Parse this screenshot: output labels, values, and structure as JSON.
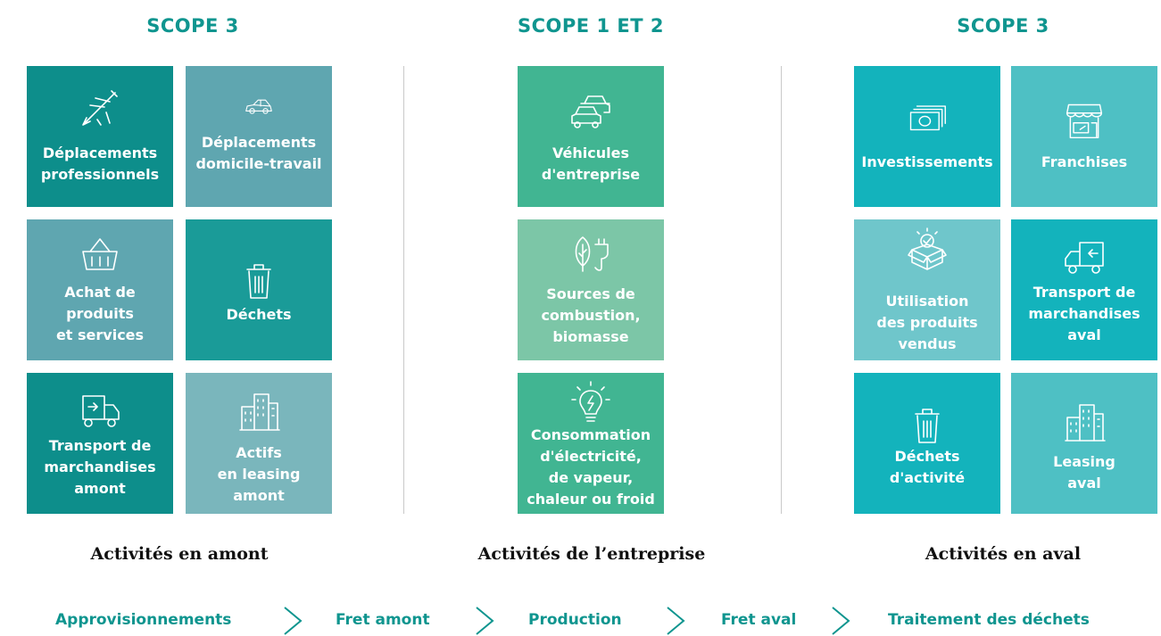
{
  "scopes": {
    "left": "SCOPE 3",
    "center": "SCOPE 1 ET 2",
    "right": "SCOPE 3"
  },
  "tiles": {
    "deplacements_pro": "Déplacements\nprofessionnels",
    "domicile_travail": "Déplacements\ndomicile-travail",
    "achat": "Achat de\nproduits\net services",
    "dechets": "Déchets",
    "transport_amont": "Transport de\nmarchandises\namont",
    "leasing_amont": "Actifs\nen leasing\namont",
    "vehicules": "Véhicules\nd'entreprise",
    "combustion": "Sources de\ncombustion,\nbiomasse",
    "electricite": "Consommation\nd'électricité,\nde vapeur,\nchaleur ou froid",
    "investissements": "Investissements",
    "franchises": "Franchises",
    "utilisation": "Utilisation\ndes produits\nvendus",
    "transport_aval": "Transport de\nmarchandises\naval",
    "dechets_activite": "Déchets\nd'activité",
    "leasing_aval": "Leasing\naval"
  },
  "icons": {
    "deplacements_pro": "airplane-icon",
    "domicile_travail": "car-icon",
    "achat": "basket-icon",
    "dechets": "trash-icon",
    "transport_amont": "truck-icon",
    "leasing_amont": "buildings-icon",
    "vehicules": "cars-icon",
    "combustion": "leaf-plug-icon",
    "electricite": "lightbulb-icon",
    "investissements": "money-icon",
    "franchises": "shop-icon",
    "utilisation": "box-check-icon",
    "transport_aval": "truck-icon",
    "dechets_activite": "trash-icon",
    "leasing_aval": "buildings-icon"
  },
  "sections": {
    "amont": "Activités en amont",
    "entreprise": "Activités de l’entreprise",
    "aval": "Activités en aval"
  },
  "flow": {
    "steps": [
      "Approvisionnements",
      "Fret amont",
      "Production",
      "Fret aval",
      "Traitement des déchets"
    ]
  },
  "colors": {
    "accent": "#0f958f",
    "teal_dark": "#0d8e8b",
    "teal_mid": "#5fa6b0",
    "green": "#41b592",
    "green_light": "#7cc6a7",
    "cyan": "#13b3bc",
    "cyan_light": "#4ec0c4"
  }
}
